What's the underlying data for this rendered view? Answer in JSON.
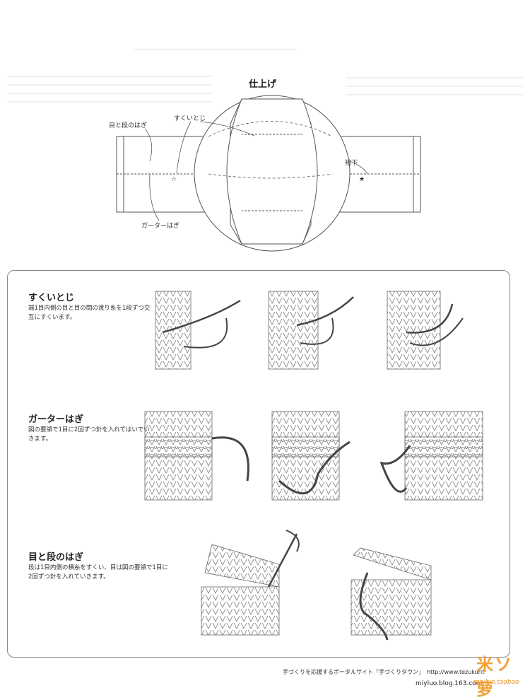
{
  "diagram": {
    "title": "仕上げ",
    "labels": {
      "me_dan_hagi": "目と段のはぎ",
      "sukui_toji": "すくいとじ",
      "sodeshita": "袖下",
      "garter_hagi": "ガーターはぎ",
      "star_hollow": "☆",
      "star_solid": "★"
    }
  },
  "sections": [
    {
      "title": "すくいとじ",
      "body": "端1目内側の目と目の間の渡り糸を1段ずつ交互にすくいます。"
    },
    {
      "title": "ガーターはぎ",
      "body": "図の要領で1目に2回ずつ針を入れてはいでいきます。"
    },
    {
      "title": "目と段のはぎ",
      "body": "段は1目内側の横糸をすくい、目は図の要領で1目に2回ずつ針を入れていきます。"
    }
  ],
  "footer": {
    "text": "手づくりを応援するポータルサイト「手づくりタウン」　http://www.tezukurit",
    "blog": "miyluo.blog.163.com"
  },
  "stamp": {
    "main": "米ソ萝",
    "sub": "miyluo.taobao"
  }
}
